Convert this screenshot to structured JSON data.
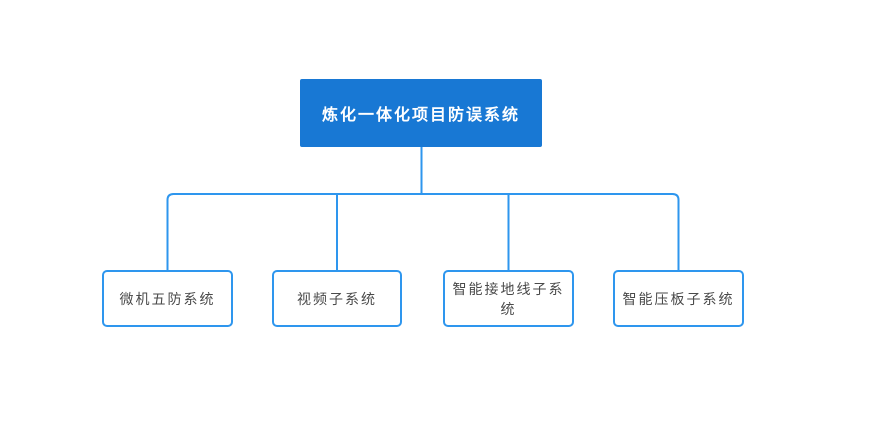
{
  "diagram": {
    "type": "org-chart",
    "colors": {
      "root_fill": "#1878d4",
      "root_text": "#ffffff",
      "connector": "#2e96ee",
      "child_border": "#2e96ee",
      "child_fill": "#ffffff",
      "child_text": "#4a4a4a",
      "canvas_bg": "#ffffff"
    },
    "root": {
      "label": "炼化一体化项目防误系统"
    },
    "children": [
      {
        "label": "微机五防系统"
      },
      {
        "label": "视频子系统"
      },
      {
        "label": "智能接地线子系统"
      },
      {
        "label": "智能压板子系统"
      }
    ]
  }
}
